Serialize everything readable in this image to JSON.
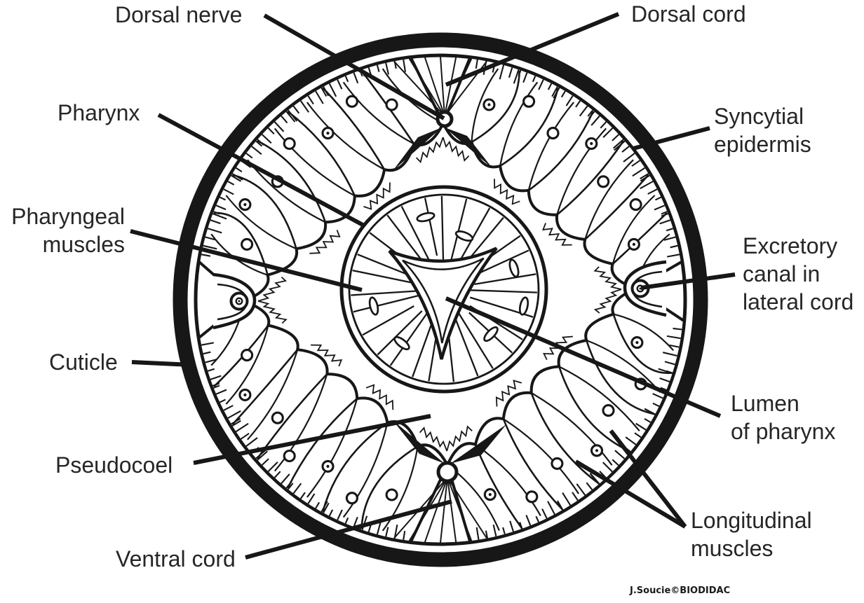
{
  "colors": {
    "ink": "#171717",
    "background": "#ffffff",
    "label_text": "#262626"
  },
  "figure": {
    "type": "labeled-line-diagram"
  },
  "labels": {
    "dorsal_nerve": "Dorsal nerve",
    "dorsal_cord": "Dorsal cord",
    "pharynx": "Pharynx",
    "syncytial_epidermis": "Syncytial\nepidermis",
    "pharyngeal_muscles": "Pharyngeal\nmuscles",
    "excretory_canal": "Excretory\ncanal in\nlateral cord",
    "cuticle": "Cuticle",
    "lumen_of_pharynx": "Lumen\nof pharynx",
    "pseudocoel": "Pseudocoel",
    "ventral_cord": "Ventral cord",
    "longitudinal_muscles": "Longitudinal\nmuscles",
    "credit": "J.Soucie©BIODIDAC"
  }
}
